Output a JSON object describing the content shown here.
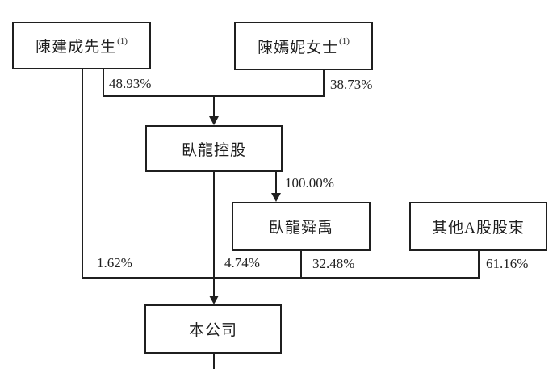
{
  "diagram": {
    "type": "shareholding-structure-flowchart",
    "nodes": {
      "chen_jiancheng": {
        "label": "陳建成先生",
        "footnote": "(1)"
      },
      "chen_yanni": {
        "label": "陳嫣妮女士",
        "footnote": "(1)"
      },
      "wolong_holdings": {
        "label": "臥龍控股"
      },
      "wolong_shunyu": {
        "label": "臥龍舜禹"
      },
      "other_a_share_holders": {
        "label": "其他A股股東"
      },
      "company": {
        "label": "本公司"
      }
    },
    "edges": [
      {
        "from": "chen_jiancheng",
        "to": "wolong_holdings",
        "label": "48.93%"
      },
      {
        "from": "chen_yanni",
        "to": "wolong_holdings",
        "label": "38.73%"
      },
      {
        "from": "wolong_holdings",
        "to": "wolong_shunyu",
        "label": "100.00%"
      },
      {
        "from": "chen_jiancheng",
        "to": "company",
        "label": "1.62%"
      },
      {
        "from": "wolong_holdings",
        "to": "company",
        "label": "4.74%"
      },
      {
        "from": "wolong_shunyu",
        "to": "company",
        "label": "32.48%"
      },
      {
        "from": "other_a_share_holders",
        "to": "company",
        "label": "61.16%"
      }
    ]
  },
  "colors": {
    "background": "#ffffff",
    "line": "#1f1f1f",
    "text": "#1f1f1f",
    "node_fill": "#ffffff"
  }
}
